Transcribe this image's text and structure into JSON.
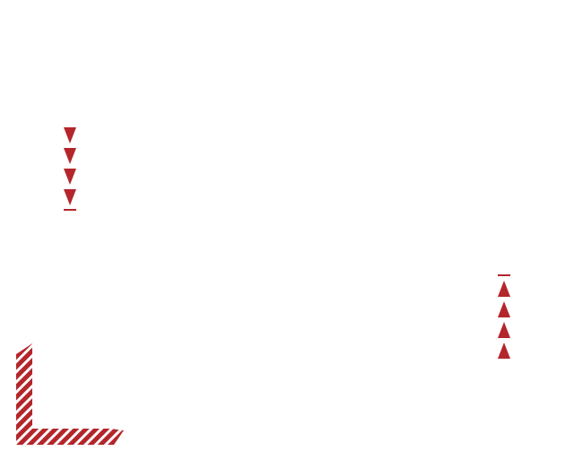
{
  "scene": {
    "background_color": "#ffffff",
    "accent_color": "#b3262b"
  },
  "markers": {
    "left_stack": {
      "icon": "down-triangle-icon",
      "count": 4,
      "terminator": "bar"
    },
    "right_stack": {
      "icon": "up-triangle-icon",
      "count": 4,
      "terminator": "bar"
    }
  },
  "corner_bracket": {
    "pattern": "diagonal-stripes",
    "orientation": "bottom-left"
  }
}
